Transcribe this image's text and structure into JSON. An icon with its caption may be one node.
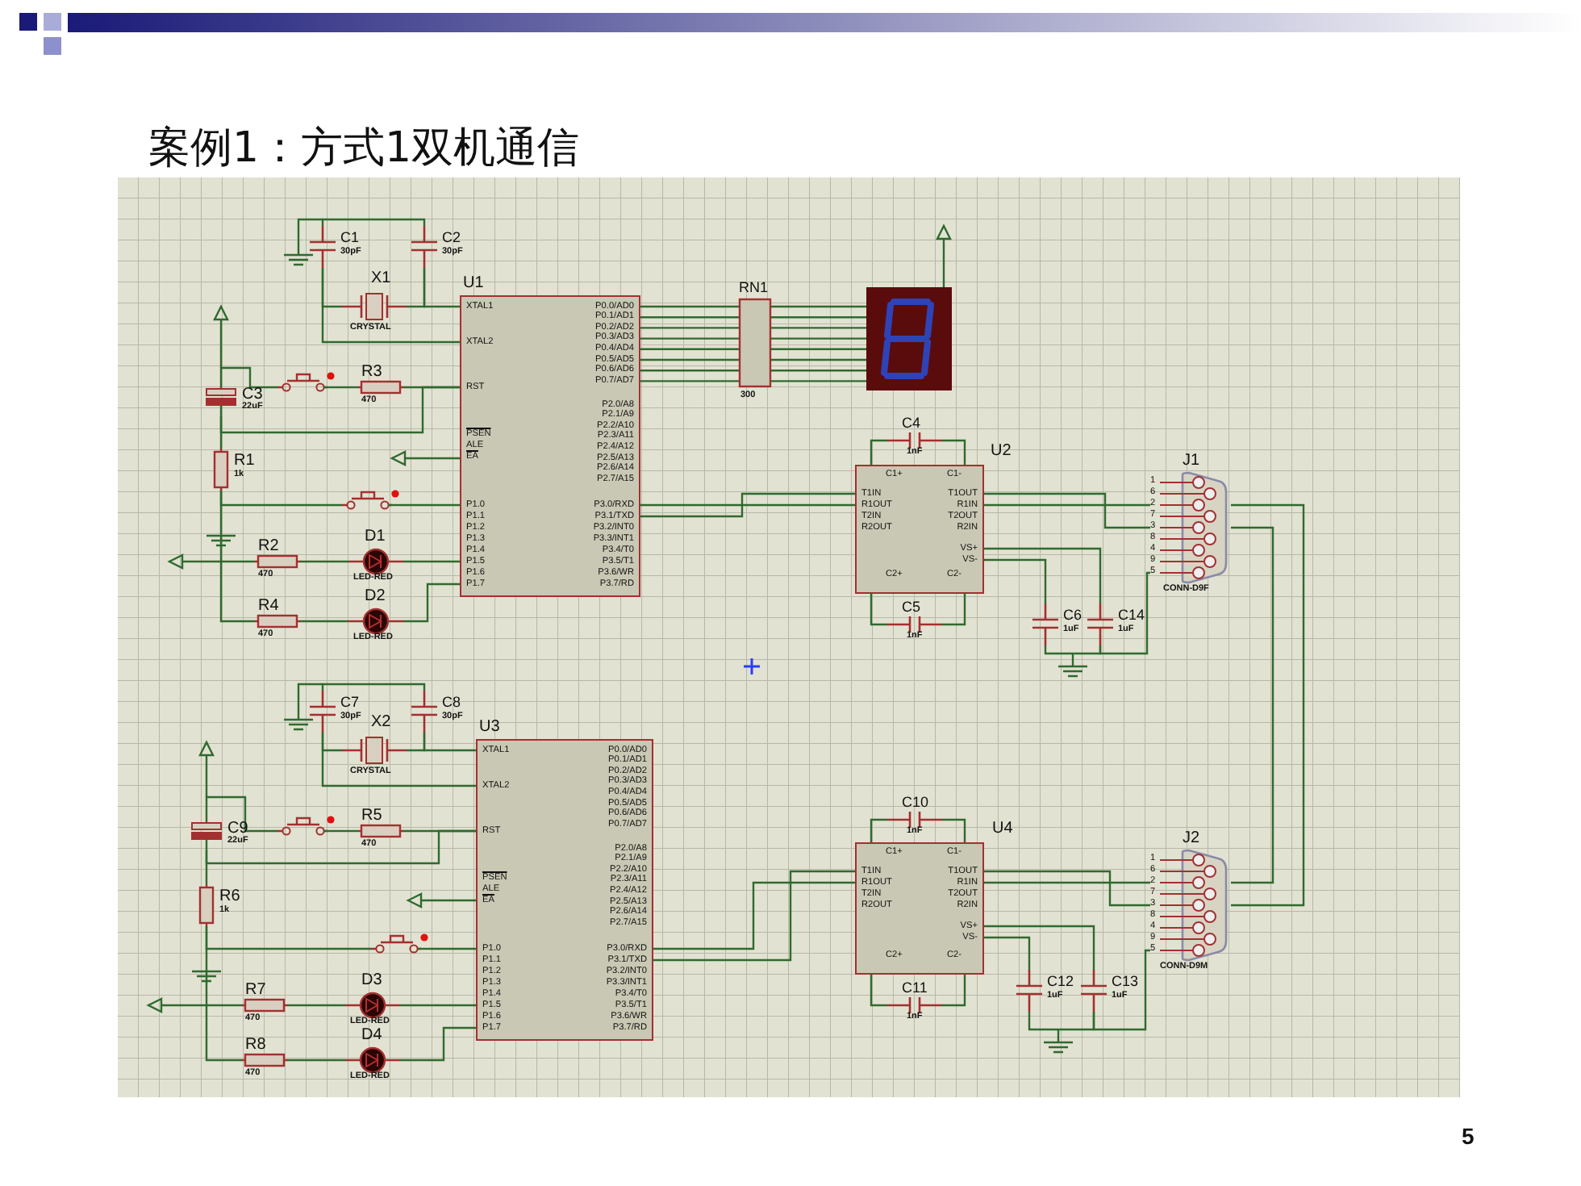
{
  "diagram": {
    "title": "案例1：方式1双机通信",
    "nodes": [
      {
        "text": [
          "C1",
          "30pF"
        ]
      },
      {
        "text": [
          "C2",
          "30pF"
        ]
      },
      {
        "text": [
          "X1",
          "CRYSTAL"
        ]
      },
      {
        "text": [
          "XTAL1",
          "XTAL2",
          "RST",
          "PSEN",
          "ALE",
          "EA",
          "P1.0",
          "P1.1",
          "P1.2",
          "P1.3",
          "P1.4",
          "P1.5",
          "P1.6",
          "P1.7",
          "P0.0/AD0",
          "P0.1/AD1",
          "P0.2/AD2",
          "P0.3/AD3",
          "P0.4/AD4",
          "P0.5/AD5",
          "P0.6/AD6",
          "P0.7/AD7",
          "P2.0/A8",
          "P2.1/A9",
          "P2.2/A10",
          "P2.3/A11",
          "P2.4/A12",
          "P2.5/A13",
          "P2.6/A14",
          "P2.7/A15",
          "P3.0/RXD",
          "P3.1/TXD",
          "P3.2/INT0",
          "P3.3/INT1",
          "P3.4/T0",
          "P3.5/T1",
          "P3.6/WR",
          "P3.7/RD"
        ],
        "beside": [
          "U1"
        ]
      },
      {
        "text": [
          "RN1",
          "300"
        ]
      },
      {
        "text": [],
        "shape": "picture"
      },
      {
        "text": [
          "C3",
          "22uF"
        ]
      },
      {
        "text": [],
        "shape": "switch"
      },
      {
        "text": [
          "R3",
          "470"
        ]
      },
      {
        "text": [
          "R1",
          "1k"
        ]
      },
      {
        "text": [],
        "shape": "switch"
      },
      {
        "text": [
          "R2",
          "470"
        ]
      },
      {
        "text": [
          "D1",
          "LED-RED"
        ]
      },
      {
        "text": [
          "R4",
          "470"
        ]
      },
      {
        "text": [
          "D2",
          "LED-RED"
        ]
      },
      {
        "text": [
          "C4",
          "1nF"
        ]
      },
      {
        "text": [
          "C1+",
          "C1-",
          "T1IN",
          "R1OUT",
          "T2IN",
          "R2OUT",
          "T1OUT",
          "R1IN",
          "T2OUT",
          "R2IN",
          "VS+",
          "VS-",
          "C2+",
          "C2-"
        ],
        "beside": [
          "U2"
        ]
      },
      {
        "text": [
          "C5",
          "1nF"
        ]
      },
      {
        "text": [
          "C6",
          "1uF"
        ]
      },
      {
        "text": [
          "C14",
          "1uF"
        ]
      },
      {
        "text": [
          "1",
          "6",
          "2",
          "7",
          "3",
          "8",
          "4",
          "9",
          "5"
        ],
        "beside": [
          "J1",
          "CONN-D9F"
        ]
      },
      {
        "text": [
          "C7",
          "30pF"
        ]
      },
      {
        "text": [
          "C8",
          "30pF"
        ]
      },
      {
        "text": [
          "X2",
          "CRYSTAL"
        ]
      },
      {
        "text": [
          "XTAL1",
          "XTAL2",
          "RST",
          "PSEN",
          "ALE",
          "EA",
          "P1.0",
          "P1.1",
          "P1.2",
          "P1.3",
          "P1.4",
          "P1.5",
          "P1.6",
          "P1.7",
          "P0.0/AD0",
          "P0.1/AD1",
          "P0.2/AD2",
          "P0.3/AD3",
          "P0.4/AD4",
          "P0.5/AD5",
          "P0.6/AD6",
          "P0.7/AD7",
          "P2.0/A8",
          "P2.1/A9",
          "P2.2/A10",
          "P2.3/A11",
          "P2.4/A12",
          "P2.5/A13",
          "P2.6/A14",
          "P2.7/A15",
          "P3.0/RXD",
          "P3.1/TXD",
          "P3.2/INT0",
          "P3.3/INT1",
          "P3.4/T0",
          "P3.5/T1",
          "P3.6/WR",
          "P3.7/RD"
        ],
        "beside": [
          "U3"
        ]
      },
      {
        "text": [
          "C9",
          "22uF"
        ]
      },
      {
        "text": [],
        "shape": "switch"
      },
      {
        "text": [
          "R5",
          "470"
        ]
      },
      {
        "text": [
          "R6",
          "1k"
        ]
      },
      {
        "text": [],
        "shape": "switch"
      },
      {
        "text": [
          "R7",
          "470"
        ]
      },
      {
        "text": [
          "D3",
          "LED-RED"
        ]
      },
      {
        "text": [
          "R8",
          "470"
        ]
      },
      {
        "text": [
          "D4",
          "LED-RED"
        ]
      },
      {
        "text": [
          "C10",
          "1nF"
        ]
      },
      {
        "text": [
          "C1+",
          "C1-",
          "T1IN",
          "R1OUT",
          "T2IN",
          "R2OUT",
          "T1OUT",
          "R1IN",
          "T2OUT",
          "R2IN",
          "VS+",
          "VS-",
          "C2+",
          "C2-"
        ],
        "beside": [
          "U4"
        ]
      },
      {
        "text": [
          "C11",
          "1nF"
        ]
      },
      {
        "text": [
          "C12",
          "1uF"
        ]
      },
      {
        "text": [
          "C13",
          "1uF"
        ]
      },
      {
        "text": [
          "1",
          "6",
          "2",
          "7",
          "3",
          "8",
          "4",
          "9",
          "5"
        ],
        "beside": [
          "J2",
          "CONN-D9M"
        ]
      }
    ],
    "edges": [
      {
        "from": 0,
        "to": 1,
        "arrow": "none"
      },
      {
        "from": 2,
        "to": 0,
        "arrow": "none"
      },
      {
        "from": 2,
        "to": 1,
        "arrow": "none"
      },
      {
        "from": 0,
        "to": 3,
        "arrow": "none"
      },
      {
        "from": 1,
        "to": 3,
        "arrow": "none"
      },
      {
        "from": 6,
        "to": 7,
        "arrow": "none"
      },
      {
        "from": 7,
        "to": 8,
        "arrow": "none"
      },
      {
        "from": 8,
        "to": 3,
        "arrow": "none"
      },
      {
        "from": 6,
        "to": 3,
        "arrow": "none"
      },
      {
        "from": 6,
        "to": 9,
        "arrow": "none"
      },
      {
        "from": 9,
        "to": 10,
        "arrow": "none"
      },
      {
        "from": 10,
        "to": 3,
        "arrow": "none"
      },
      {
        "from": 11,
        "to": 12,
        "arrow": "none"
      },
      {
        "from": 12,
        "to": 3,
        "arrow": "none"
      },
      {
        "from": 13,
        "to": 14,
        "arrow": "none"
      },
      {
        "from": 14,
        "to": 3,
        "arrow": "none"
      },
      {
        "from": 13,
        "to": 9,
        "arrow": "none"
      },
      {
        "from": 3,
        "to": 4,
        "arrow": "none"
      },
      {
        "from": 3,
        "to": 4,
        "arrow": "none"
      },
      {
        "from": 3,
        "to": 4,
        "arrow": "none"
      },
      {
        "from": 3,
        "to": 4,
        "arrow": "none"
      },
      {
        "from": 3,
        "to": 4,
        "arrow": "none"
      },
      {
        "from": 3,
        "to": 4,
        "arrow": "none"
      },
      {
        "from": 3,
        "to": 4,
        "arrow": "none"
      },
      {
        "from": 3,
        "to": 4,
        "arrow": "none"
      },
      {
        "from": 4,
        "to": 5,
        "arrow": "none"
      },
      {
        "from": 4,
        "to": 5,
        "arrow": "none"
      },
      {
        "from": 4,
        "to": 5,
        "arrow": "none"
      },
      {
        "from": 4,
        "to": 5,
        "arrow": "none"
      },
      {
        "from": 4,
        "to": 5,
        "arrow": "none"
      },
      {
        "from": 4,
        "to": 5,
        "arrow": "none"
      },
      {
        "from": 4,
        "to": 5,
        "arrow": "none"
      },
      {
        "from": 4,
        "to": 5,
        "arrow": "none"
      },
      {
        "from": 3,
        "to": 16,
        "arrow": "none"
      },
      {
        "from": 3,
        "to": 16,
        "arrow": "none"
      },
      {
        "from": 15,
        "to": 16,
        "arrow": "none"
      },
      {
        "from": 15,
        "to": 16,
        "arrow": "none"
      },
      {
        "from": 16,
        "to": 17,
        "arrow": "none"
      },
      {
        "from": 16,
        "to": 17,
        "arrow": "none"
      },
      {
        "from": 16,
        "to": 20,
        "arrow": "none"
      },
      {
        "from": 16,
        "to": 20,
        "arrow": "none"
      },
      {
        "from": 16,
        "to": 18,
        "arrow": "none"
      },
      {
        "from": 16,
        "to": 19,
        "arrow": "none"
      },
      {
        "from": 18,
        "to": 19,
        "arrow": "none"
      },
      {
        "from": 19,
        "to": 20,
        "arrow": "none"
      },
      {
        "from": 20,
        "to": 39,
        "arrow": "none"
      },
      {
        "from": 20,
        "to": 39,
        "arrow": "none"
      },
      {
        "from": 21,
        "to": 22,
        "arrow": "none"
      },
      {
        "from": 23,
        "to": 21,
        "arrow": "none"
      },
      {
        "from": 23,
        "to": 22,
        "arrow": "none"
      },
      {
        "from": 21,
        "to": 24,
        "arrow": "none"
      },
      {
        "from": 22,
        "to": 24,
        "arrow": "none"
      },
      {
        "from": 25,
        "to": 26,
        "arrow": "none"
      },
      {
        "from": 26,
        "to": 27,
        "arrow": "none"
      },
      {
        "from": 27,
        "to": 24,
        "arrow": "none"
      },
      {
        "from": 25,
        "to": 24,
        "arrow": "none"
      },
      {
        "from": 25,
        "to": 28,
        "arrow": "none"
      },
      {
        "from": 28,
        "to": 29,
        "arrow": "none"
      },
      {
        "from": 29,
        "to": 24,
        "arrow": "none"
      },
      {
        "from": 30,
        "to": 31,
        "arrow": "none"
      },
      {
        "from": 31,
        "to": 24,
        "arrow": "none"
      },
      {
        "from": 32,
        "to": 33,
        "arrow": "none"
      },
      {
        "from": 33,
        "to": 24,
        "arrow": "none"
      },
      {
        "from": 32,
        "to": 28,
        "arrow": "none"
      },
      {
        "from": 24,
        "to": 35,
        "arrow": "none"
      },
      {
        "from": 24,
        "to": 35,
        "arrow": "none"
      },
      {
        "from": 34,
        "to": 35,
        "arrow": "none"
      },
      {
        "from": 34,
        "to": 35,
        "arrow": "none"
      },
      {
        "from": 35,
        "to": 36,
        "arrow": "none"
      },
      {
        "from": 35,
        "to": 36,
        "arrow": "none"
      },
      {
        "from": 35,
        "to": 39,
        "arrow": "none"
      },
      {
        "from": 35,
        "to": 39,
        "arrow": "none"
      },
      {
        "from": 35,
        "to": 37,
        "arrow": "none"
      },
      {
        "from": 35,
        "to": 38,
        "arrow": "none"
      },
      {
        "from": 37,
        "to": 38,
        "arrow": "none"
      },
      {
        "from": 38,
        "to": 39,
        "arrow": "none"
      }
    ],
    "labels": [
      "5"
    ]
  }
}
